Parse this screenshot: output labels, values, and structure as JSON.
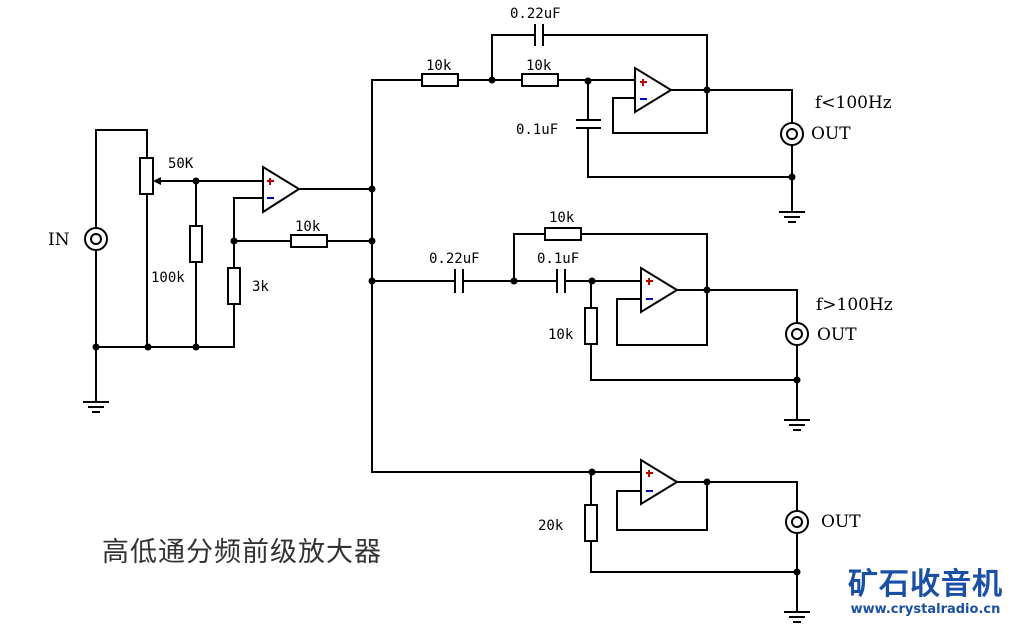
{
  "title": "高低通分频前级放大器",
  "brand": {
    "name": "矿石收音机",
    "url": "www.crystalradio.cn",
    "color": "#1a4fa8"
  },
  "input_stage": {
    "jack_label": "IN",
    "pot_label": "50K",
    "shunt_resistor": "100k",
    "gain_ground_resistor": "3k",
    "feedback_resistor": "10k"
  },
  "low_pass": {
    "r1": "10k",
    "r2": "10k",
    "feedback_cap": "0.22uF",
    "shunt_cap": "0.1uF",
    "freq_label": "f<100Hz",
    "out_label": "OUT"
  },
  "high_pass": {
    "c1": "0.22uF",
    "c2": "0.1uF",
    "feedback_resistor": "10k",
    "shunt_resistor": "10k",
    "freq_label": "f>100Hz",
    "out_label": "OUT"
  },
  "full_range": {
    "shunt_resistor": "20k",
    "out_label": "OUT"
  },
  "opamp_symbols": {
    "plus": "+",
    "minus": "−",
    "plus_color": "#c00000",
    "minus_color": "#0000c0"
  }
}
